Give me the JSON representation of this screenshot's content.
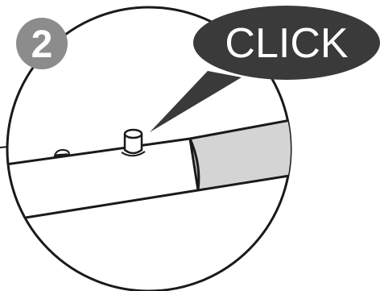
{
  "step": {
    "number": "2"
  },
  "callout": {
    "text": "CLICK"
  },
  "colors": {
    "line": "#1a1a1a",
    "badge": "#8c8c8c",
    "badge_text": "#ffffff",
    "callout_bg": "#3a3a3a",
    "callout_text": "#ffffff",
    "sleeve_fill": "#d4d4d4",
    "background": "#ffffff"
  },
  "icons": {
    "step_badge": "circle-number-badge",
    "callout": "speech-bubble",
    "button": "push-button-pin"
  }
}
